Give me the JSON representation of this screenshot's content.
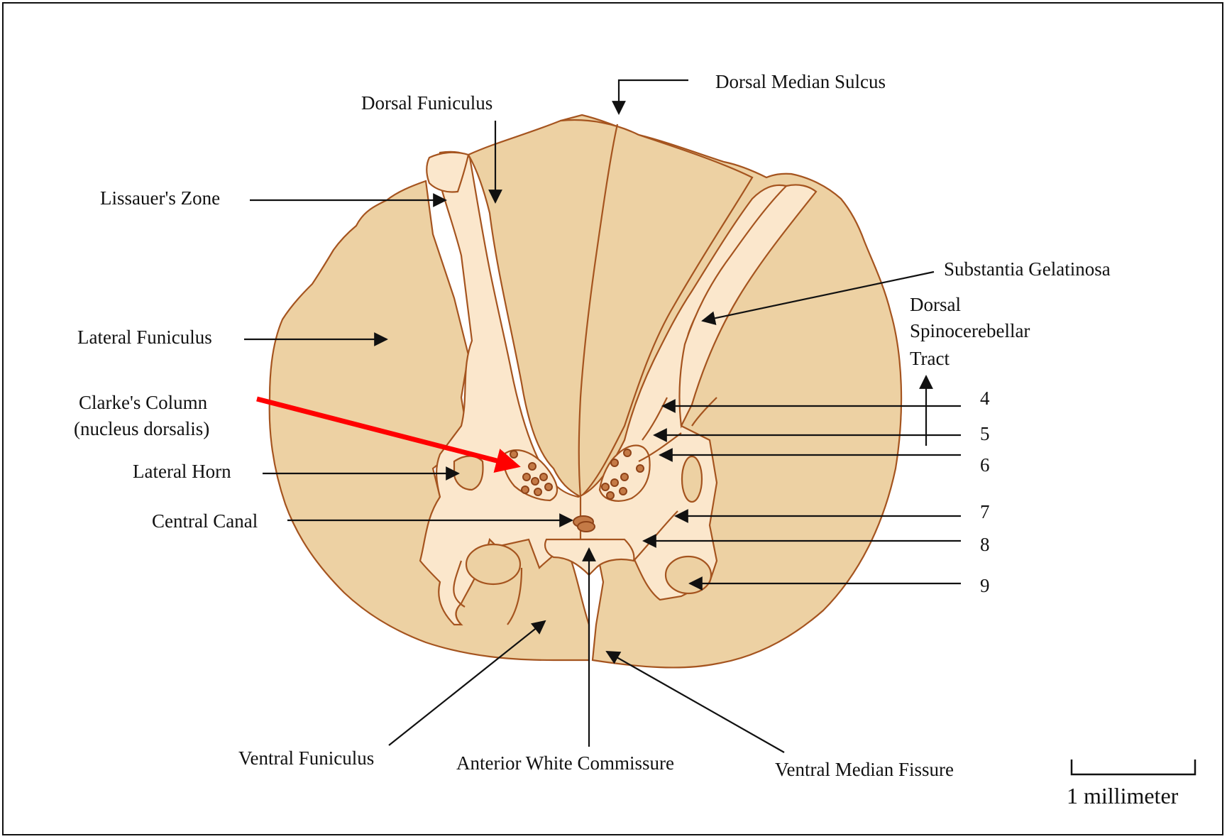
{
  "labels": {
    "dorsal_median_sulcus": "Dorsal Median Sulcus",
    "dorsal_funiculus": "Dorsal Funiculus",
    "lissauers_zone": "Lissauer's Zone",
    "substantia_gelatinosa": "Substantia Gelatinosa",
    "dorsal_spinocerebellar_1": "Dorsal",
    "dorsal_spinocerebellar_2": "Spinocerebellar",
    "dorsal_spinocerebellar_3": "Tract",
    "lateral_funiculus": "Lateral Funiculus",
    "clarkes_column_1": "Clarke's Column",
    "clarkes_column_2": "(nucleus dorsalis)",
    "lateral_horn": "Lateral Horn",
    "central_canal": "Central Canal",
    "ventral_funiculus": "Ventral Funiculus",
    "anterior_white_commissure": "Anterior White Commissure",
    "ventral_median_fissure": "Ventral Median Fissure"
  },
  "laminae": [
    "4",
    "5",
    "6",
    "7",
    "8",
    "9"
  ],
  "scale_bar": {
    "label": "1 millimeter"
  },
  "colors": {
    "white_matter": "#edd1a3",
    "gray_matter": "#fbe7cc",
    "outline": "#a5541f",
    "highlight_arrow": "#ff0000"
  }
}
